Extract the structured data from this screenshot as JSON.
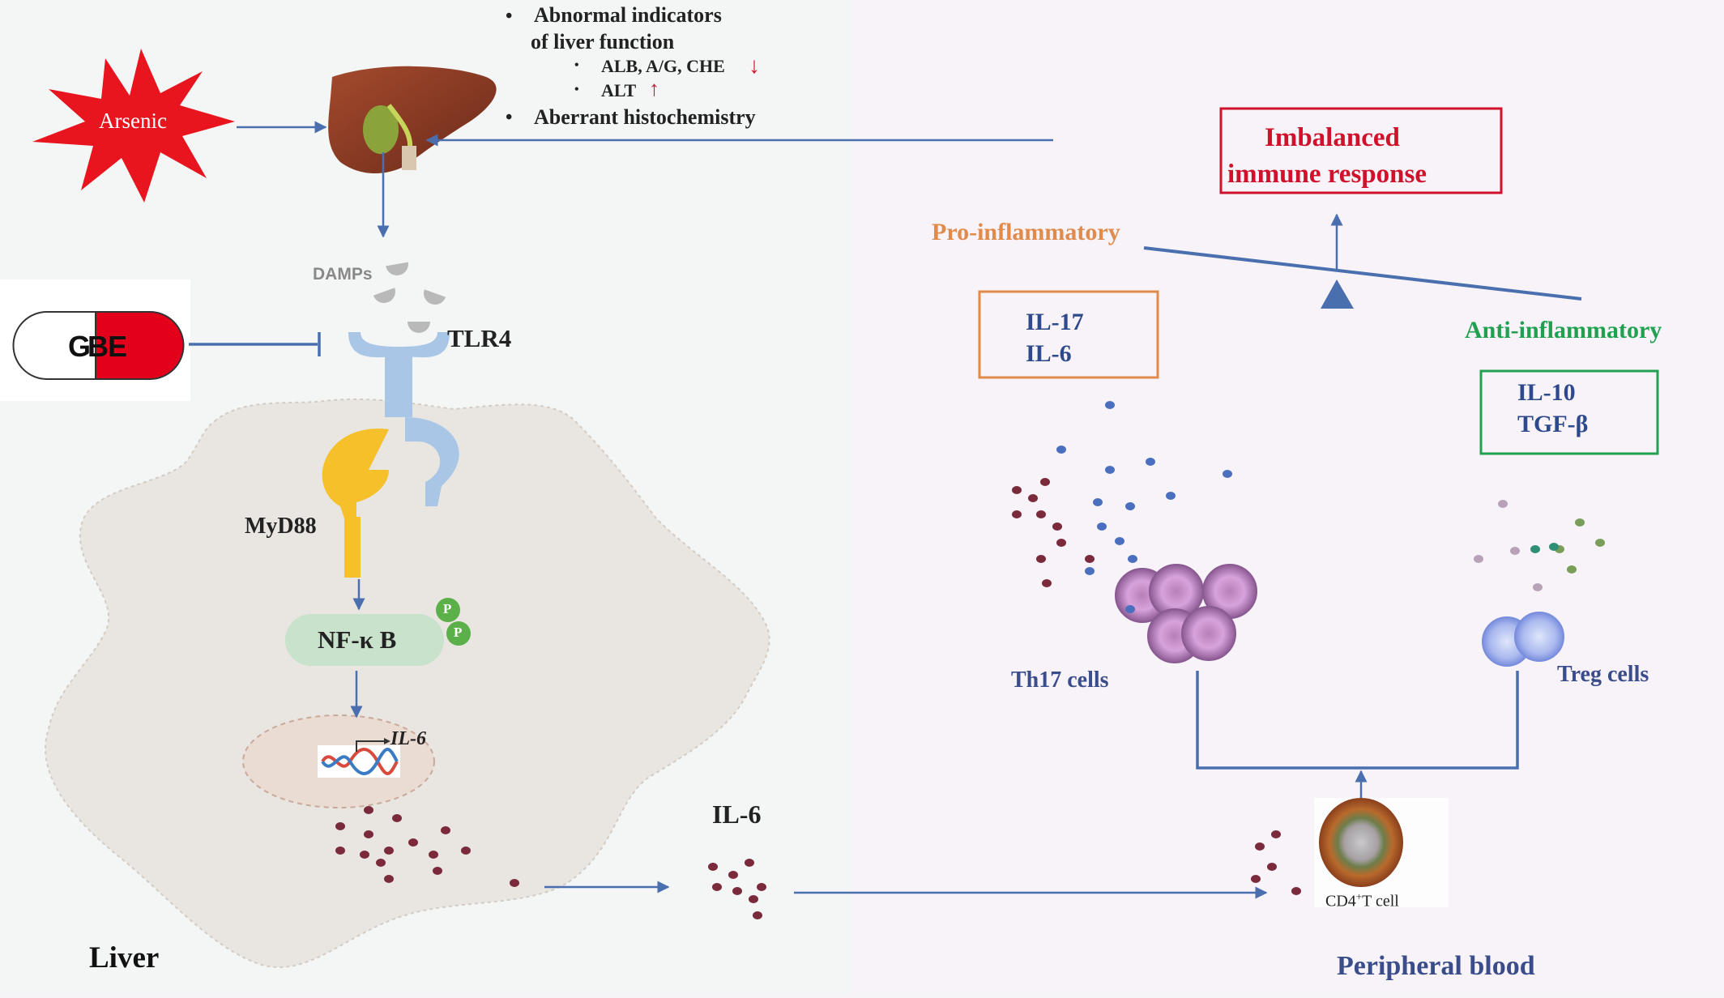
{
  "header": {
    "bullets": [
      {
        "text": "Abnormal indicators",
        "sub": false
      },
      {
        "text": "of liver function",
        "sub": false,
        "continuation": true
      },
      {
        "text": "ALB, A/G, CHE",
        "sub": true,
        "arrow": "down"
      },
      {
        "text": "ALT",
        "sub": true,
        "arrow": "up"
      },
      {
        "text": "Aberrant histochemistry",
        "sub": false
      }
    ]
  },
  "labels": {
    "arsenic": "Arsenic",
    "damps": "DAMPs",
    "gbe_g": "G",
    "gbe_be": "BE",
    "tlr4": "TLR4",
    "myd88": "MyD88",
    "nfkb": "NF-κ B",
    "p1": "P",
    "p2": "P",
    "il6_gene": "IL-6",
    "il6_mid": "IL-6",
    "liver": "Liver",
    "imbalanced_line1": "Imbalanced",
    "imbalanced_line2": "immune response",
    "pro": "Pro-inflammatory",
    "anti": "Anti-inflammatory",
    "pro_cytokines": [
      "IL-17",
      "IL-6"
    ],
    "anti_cytokines": [
      "IL-10",
      "TGF-β"
    ],
    "th17": "Th17 cells",
    "treg": "Treg cells",
    "cd4_main": "CD4",
    "cd4_sup": "+",
    "cd4_rest": "T cell",
    "peripheral": "Peripheral blood"
  },
  "colors": {
    "arrow": "#4a6fae",
    "imbalanced": "#d0112b",
    "pro": "#e08a4b",
    "anti": "#20a050",
    "cytokine_text": "#2f4a8c",
    "cell_label": "#3a4d8a",
    "dots_red": "#7a2a3a",
    "dots_blue": "#4a6fbf",
    "arsenic": "#e8141e",
    "myd88": "#f5c02a",
    "tlr4": "#a9c6e6",
    "nfkb": "#c8e2cc",
    "phospho": "#5bb04a"
  },
  "icons": {
    "arsenic": "starburst-icon",
    "liver": "liver-organ-icon",
    "gbe": "capsule-icon",
    "dna": "dna-helix-icon",
    "balance": "seesaw-scale-icon"
  }
}
